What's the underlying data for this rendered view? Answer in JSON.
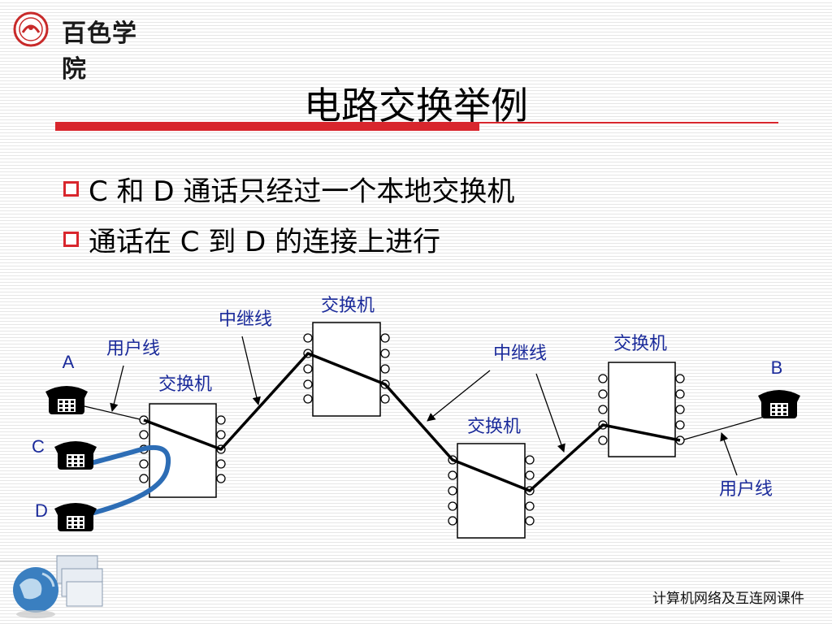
{
  "header": {
    "logo_text": "百色学院"
  },
  "slide": {
    "title": "电路交换举例",
    "bullets": [
      "C 和 D 通话只经过一个本地交换机",
      "通话在 C 到 D 的连接上进行"
    ]
  },
  "diagram": {
    "switch_label": "交换机",
    "trunk_label": "中继线",
    "user_line_label": "用户线",
    "phones": [
      "A",
      "B",
      "C",
      "D"
    ]
  },
  "footer": {
    "course": "计算机网络及互连网课件"
  },
  "colors": {
    "accent_red": "#d8262d",
    "label_blue": "#1a2a9a"
  }
}
